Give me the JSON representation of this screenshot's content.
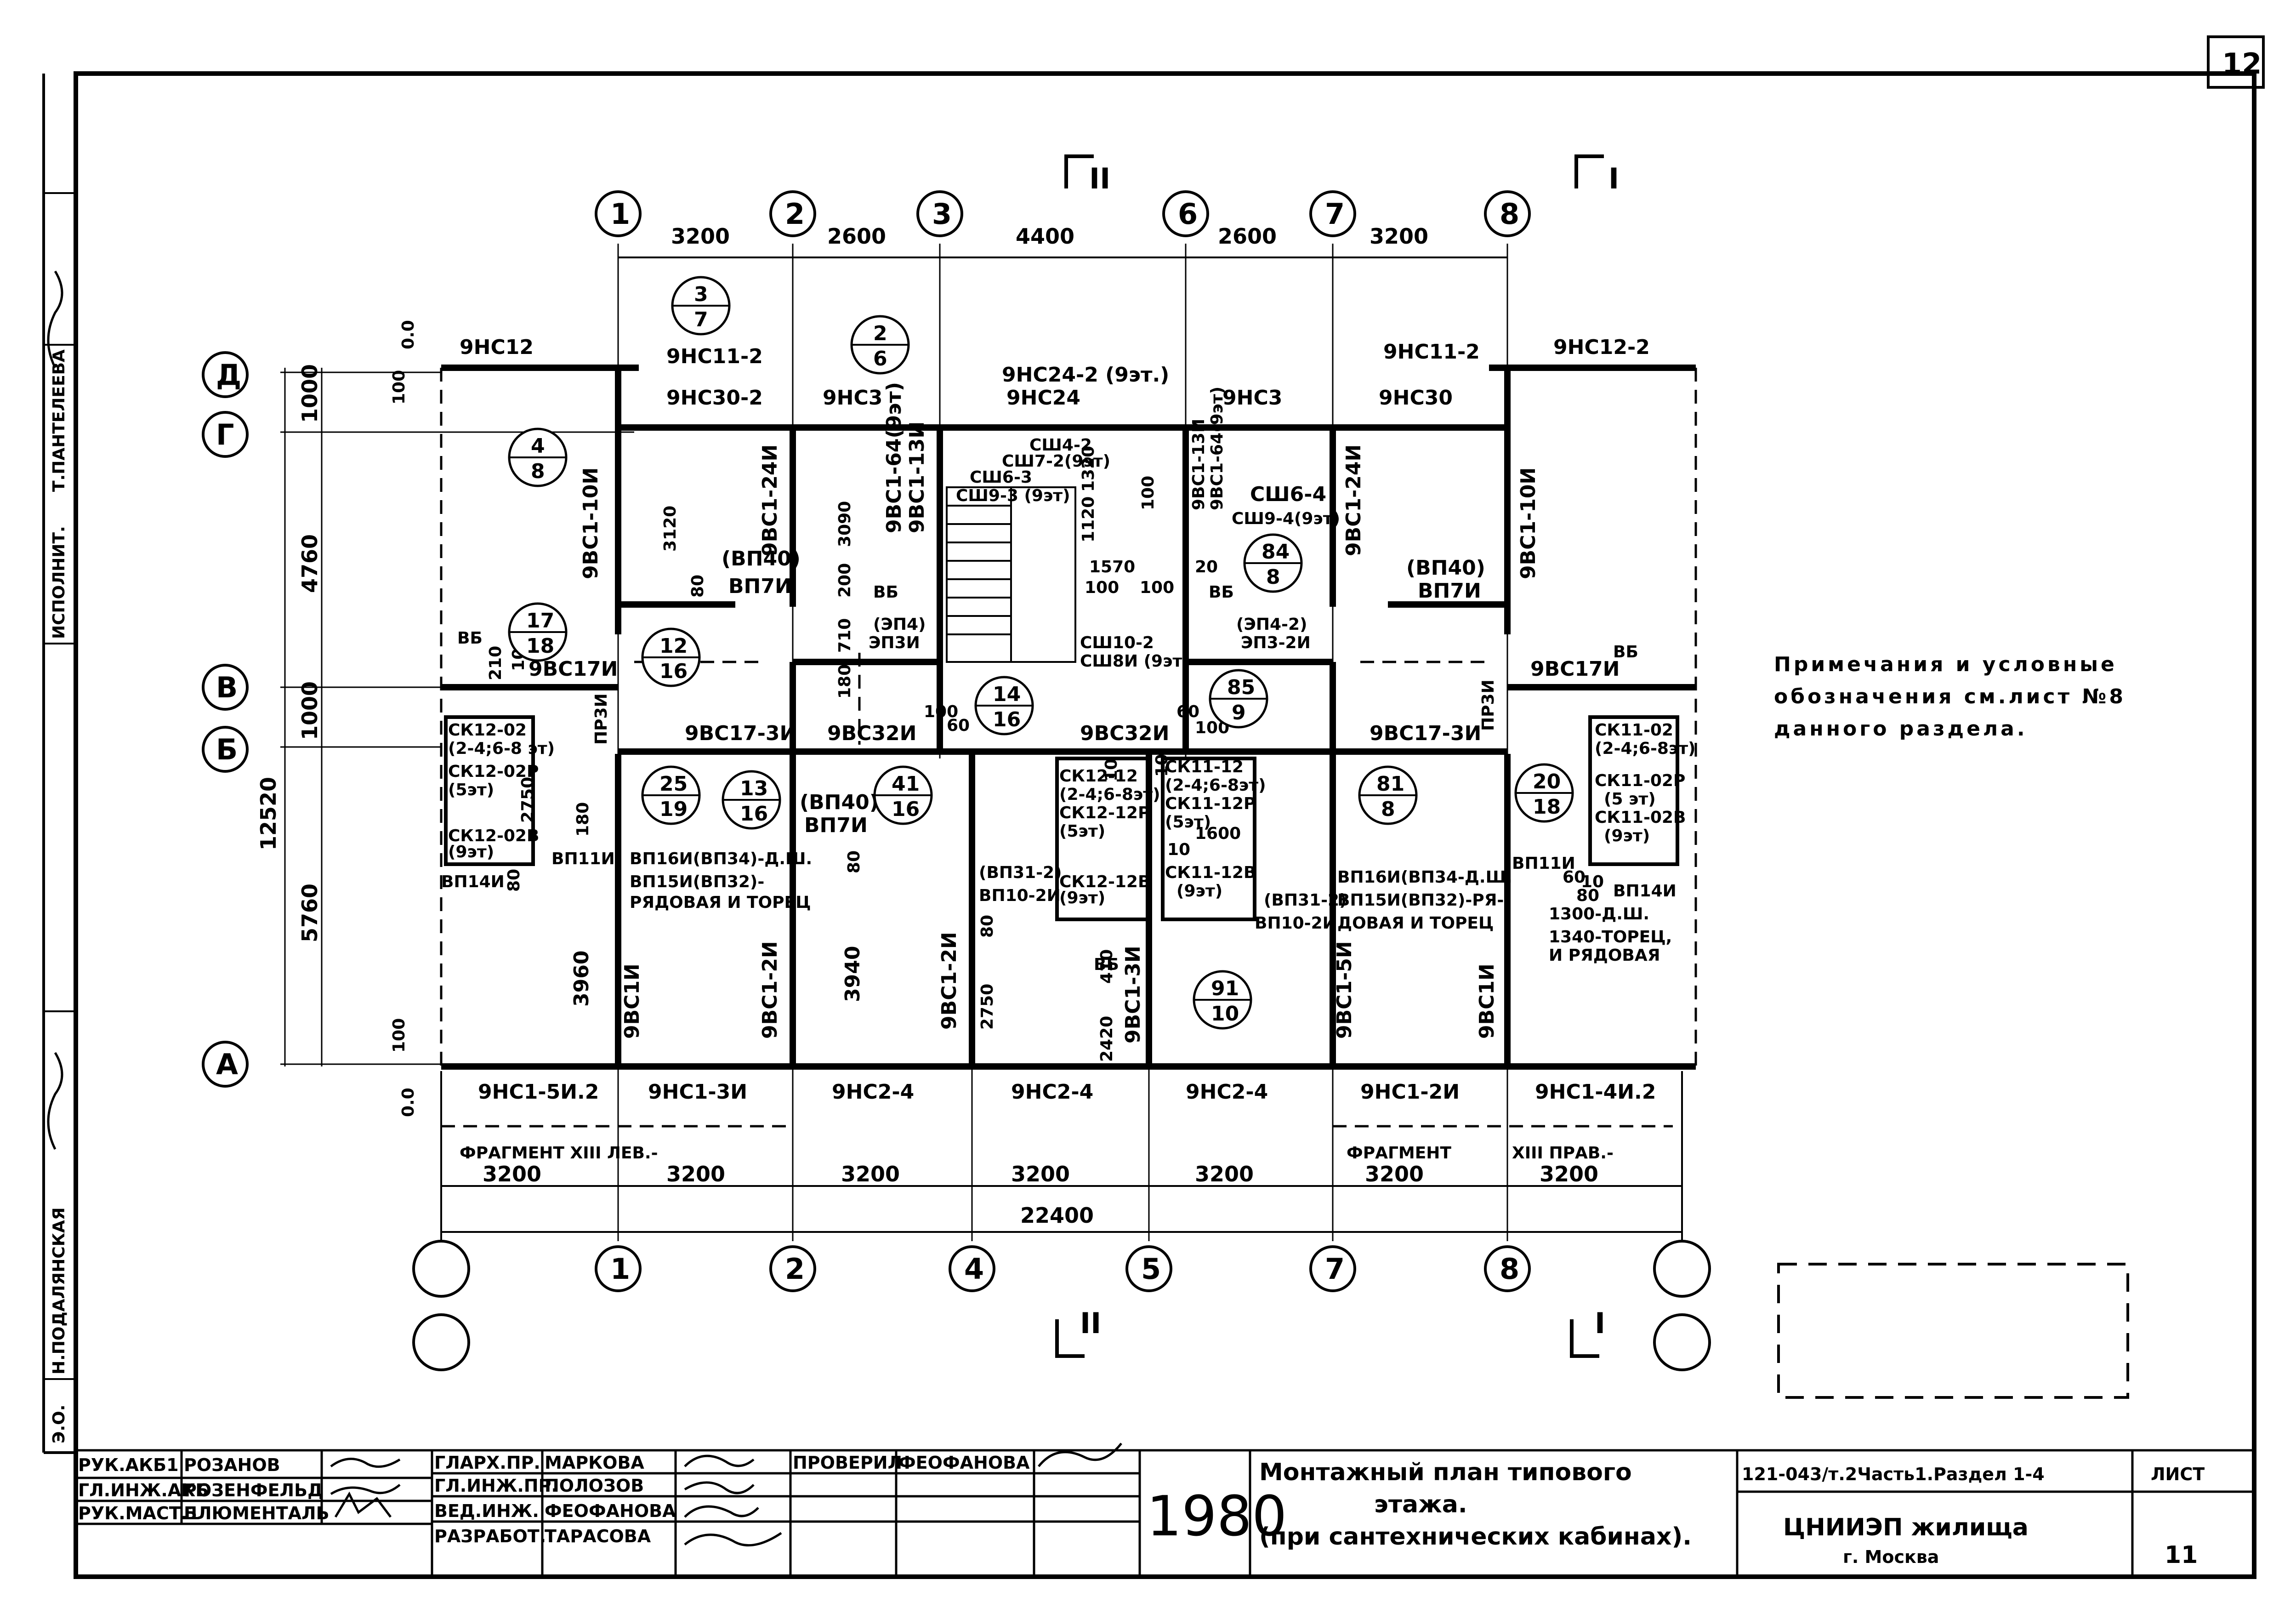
{
  "sheet_number_corner": "12",
  "notes": {
    "line1": "Примечания и условные",
    "line2": "обозначения см.лист №8",
    "line3": "данного раздела."
  },
  "sections": {
    "top_left": "II",
    "top_right": "I",
    "bottom_left": "II",
    "bottom_right": "I"
  },
  "axes_top": [
    "1",
    "2",
    "3",
    "6",
    "7",
    "8"
  ],
  "axes_bottom": [
    "1",
    "2",
    "4",
    "5",
    "7",
    "8"
  ],
  "axes_rows": [
    "Д",
    "Г",
    "В",
    "Б",
    "А"
  ],
  "dims_top": [
    "3200",
    "2600",
    "4400",
    "2600",
    "3200"
  ],
  "dims_bottom": [
    "3200",
    "3200",
    "3200",
    "3200",
    "3200",
    "3200",
    "3200"
  ],
  "dim_total": "22400",
  "dims_left": [
    "1000",
    "4760",
    "1000",
    "5760",
    "12520",
    "100",
    "100"
  ],
  "fragments": {
    "left": "ФРАГМЕНТ XIII ЛЕВ.-",
    "right": "ФРАГМЕНТ",
    "right2": "XIII ПРАВ.-"
  },
  "walls_top": [
    "9НС12",
    "9НС11-2",
    "9НС30-2",
    "9НС3",
    "9НС24-2 (9эт.)",
    "9НС24",
    "9НС3",
    "9НС30",
    "9НС11-2",
    "9НС12-2"
  ],
  "walls_bottom": [
    "9НС1-5И.2",
    "9НС1-3И",
    "9НС2-4",
    "9НС2-4",
    "9НС2-4",
    "9НС1-2И",
    "9НС1-4И.2"
  ],
  "walls_inner": [
    "9ВС1-10И",
    "9ВС1-24И",
    "9ВС1-64(9эт)",
    "9ВС1-13И",
    "9ВС1-13И",
    "9ВС1-64(9эт)",
    "9ВС1-24И",
    "9ВС1-10И",
    "9ВС17И",
    "9ВС17-3И",
    "9ВС32И",
    "9ВС32И",
    "9ВС17-3И",
    "9ВС17И",
    "9ВС1И",
    "9ВС1-2И",
    "9ВС1-2И",
    "9ВС1-3И",
    "9ВС1-5И",
    "9ВС1И"
  ],
  "slabs": [
    "(ВП40)",
    "ВП7И",
    "(ВП40)",
    "ВП7И",
    "(ВП40)",
    "ВП7И",
    "ВП16И(ВП34)-Д.Ш.",
    "ВП15И(ВП32)-",
    "РЯДОВАЯ И ТОРЕЦ",
    "ВП16И(ВП34-Д.Ш.",
    "ВП15И(ВП32)-РЯ-",
    "ДОВАЯ И ТОРЕЦ",
    "(ВП31-2)",
    "ВП10-2И",
    "(ВП31-2)",
    "ВП10-2И",
    "ВП11И",
    "ВП14И",
    "ВП11И",
    "ВП14И",
    "1300-Д.Ш.",
    "1340-ТОРЕЦ,",
    "И РЯДОВАЯ"
  ],
  "cabins": [
    "СК12-02",
    "(2-4;6-8 эт)",
    "СК12-02Р",
    "(5эт)",
    "СК12-02В",
    "(9эт)",
    "СК11-02",
    "(2-4;6-8эт)",
    "СК11-02Р",
    "(5 эт)",
    "СК11-02В",
    "(9эт)",
    "СК12-12",
    "(2-4;6-8эт)",
    "СК12-12Р",
    "(5эт)",
    "СК12-12В",
    "(9эт)",
    "СК11-12",
    "(2-4;6-8эт)",
    "СК11-12Р",
    "(5эт)",
    "СК11-12В",
    "(9эт)"
  ],
  "stairs": [
    "СШ4-2",
    "СШ7-2(9эт)",
    "СШ6-3",
    "СШ9-3 (9эт)",
    "СШ6-4",
    "СШ9-4(9эт)",
    "СШ10-2",
    "СШ8И (9эт)",
    "(ЭП4)",
    "ЭП3И",
    "(ЭП4-2)",
    "ЭП3-2И",
    "ВБ",
    "ВБ",
    "ВБ",
    "ВБ",
    "ВБ",
    "ПР3И",
    "ПР3И"
  ],
  "small_dims": [
    "3120",
    "3090",
    "80",
    "200",
    "710",
    "180",
    "1320",
    "1120",
    "1570",
    "100",
    "100",
    "100",
    "20",
    "60",
    "60",
    "100",
    "100",
    "210",
    "10",
    "180",
    "80",
    "2750",
    "3960",
    "3940",
    "80",
    "2750",
    "2420",
    "410",
    "80",
    "10",
    "10",
    "1600",
    "10",
    "80",
    "60",
    "10"
  ],
  "callouts": [
    {
      "t": "3",
      "b": "7"
    },
    {
      "t": "2",
      "b": "6"
    },
    {
      "t": "4",
      "b": "8"
    },
    {
      "t": "17",
      "b": "18"
    },
    {
      "t": "12",
      "b": "16"
    },
    {
      "t": "84",
      "b": "8"
    },
    {
      "t": "85",
      "b": "9"
    },
    {
      "t": "14",
      "b": "16"
    },
    {
      "t": "25",
      "b": "19"
    },
    {
      "t": "13",
      "b": "16"
    },
    {
      "t": "41",
      "b": "16"
    },
    {
      "t": "81",
      "b": "8"
    },
    {
      "t": "20",
      "b": "18"
    },
    {
      "t": "91",
      "b": "10"
    }
  ],
  "level_marks": [
    "0.0",
    "0.0"
  ],
  "title_block": {
    "rows": [
      {
        "role": "РУК.АКБ1",
        "name": "РОЗАНОВ"
      },
      {
        "role": "ГЛ.ИНЖ.АКБ",
        "name": "РОЗЕНФЕЛЬД"
      },
      {
        "role": "РУК.МАСТ.1",
        "name": "БЛЮМЕНТАЛЬ"
      }
    ],
    "rows2": [
      {
        "role": "ГЛАРХ.ПР.",
        "name": "МАРКОВА"
      },
      {
        "role": "ГЛ.ИНЖ.ПР.",
        "name": "ПОЛОЗОВ"
      },
      {
        "role": "ВЕД.ИНЖ.",
        "name": "ФЕОФАНОВА"
      },
      {
        "role": "РАЗРАБОТ.",
        "name": "ТАРАСОВА"
      }
    ],
    "check_role": "ПРОВЕРИЛ",
    "check_name": "ФЕОФАНОВА",
    "year": "1980",
    "title1": "Монтажный план типового",
    "title2": "этажа.",
    "title3": "(при сантехнических кабинах).",
    "code": "121-043/т.2Часть1.Раздел 1-4",
    "org": "ЦНИИЭП жилища",
    "city": "г. Москва",
    "sheet_label": "ЛИСТ",
    "sheet_no": "11"
  },
  "left_margin": [
    "ИСПОЛНИТ.",
    "Т.ПАНТЕЛЕЕВА",
    "Н.ПОДАЛЯНСКАЯ",
    "Э.О."
  ]
}
